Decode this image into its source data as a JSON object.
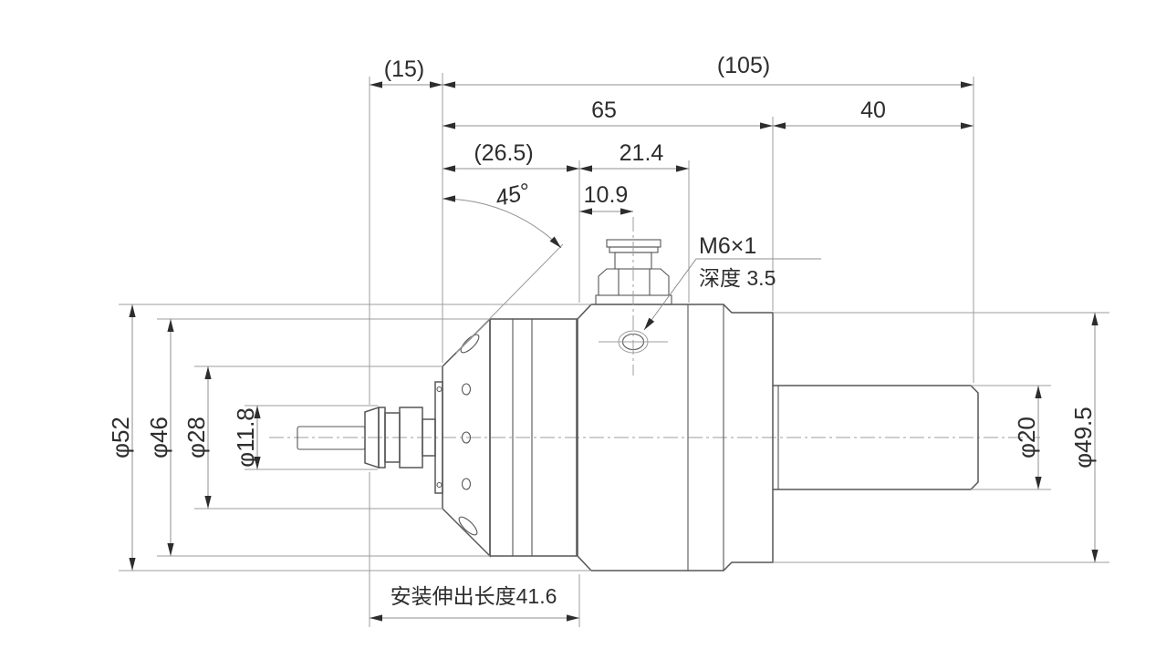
{
  "drawing": {
    "title": "spindle-dimension-drawing",
    "dims": {
      "len15": "(15)",
      "len105": "(105)",
      "len65": "65",
      "len40": "40",
      "len26_5": "(26.5)",
      "len21_4": "21.4",
      "len10_9": "10.9",
      "angle45": "45°",
      "thread_spec": "M6×1",
      "thread_depth": "深度 3.5",
      "dia52": "φ52",
      "dia46": "φ46",
      "dia28": "φ28",
      "dia11_8": "φ11.8",
      "dia20": "φ20",
      "dia49_5": "φ49.5",
      "mount_length": "安装伸出长度41.6"
    },
    "colors": {
      "background": "#ffffff",
      "part_outline": "#565656",
      "dim_line": "#8f8f8f",
      "text": "#2d2d2d"
    }
  }
}
